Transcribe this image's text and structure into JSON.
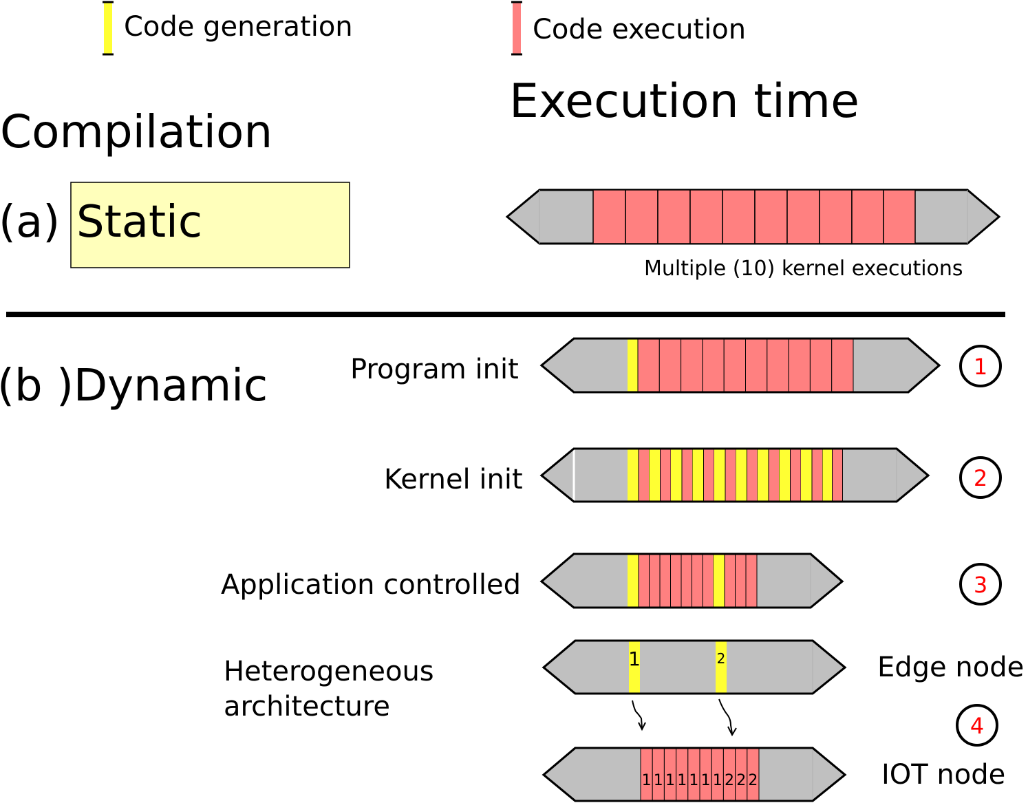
{
  "legend": {
    "generation_label": "Code generation",
    "execution_label": "Code execution",
    "generation_color": "#ffff33",
    "execution_color": "#ff8080"
  },
  "headings": {
    "compilation": "Compilation",
    "execution_time": "Execution time"
  },
  "static_section": {
    "prefix": "(a)",
    "label": "Static",
    "box_color": "#ffffbb",
    "caption": "Multiple (10) kernel executions",
    "kernel_count": 10
  },
  "dynamic_section": {
    "label": "(b )Dynamic",
    "rows": [
      {
        "label": "Program init",
        "marker": "1"
      },
      {
        "label": "Kernel init",
        "marker": "2"
      },
      {
        "label": "Application controlled",
        "marker": "3"
      }
    ],
    "heterogeneous": {
      "label_line1": "Heterogeneous",
      "label_line2": "architecture",
      "marker": "4",
      "edge_node_label": "Edge node",
      "iot_node_label": "IOT node",
      "edge_segment_labels": [
        "1",
        "2"
      ],
      "iot_kernel_labels": [
        "1",
        "1",
        "1",
        "1",
        "1",
        "1",
        "1",
        "2",
        "2",
        "2"
      ]
    }
  },
  "colors": {
    "bar_gray": "#c0c0c0",
    "generation": "#ffff33",
    "execution": "#ff8080",
    "marker_red": "#ff0000"
  }
}
